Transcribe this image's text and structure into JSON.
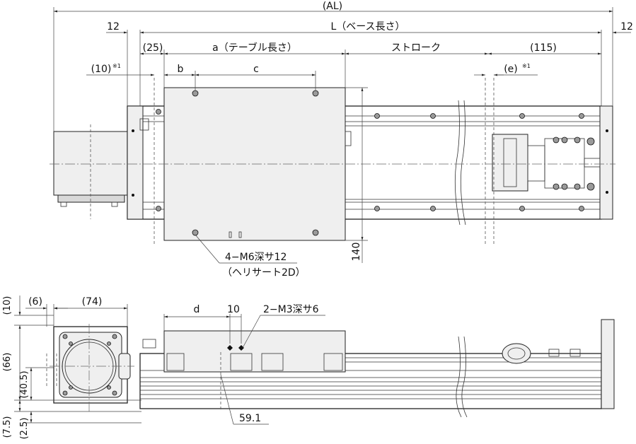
{
  "dimensions": {
    "al": "(AL)",
    "l": "L（ベース長さ）",
    "left_12": "12",
    "right_12": "12",
    "d25": "(25)",
    "a": "a（テーブル長さ）",
    "stroke": "ストローク",
    "d115": "(115)",
    "d10": "(10)",
    "b": "b",
    "c": "c",
    "e": "(e)",
    "note_mark": "※1",
    "h140": "140",
    "d6": "(6)",
    "d74": "(74)",
    "d": "d",
    "ten": "10",
    "v10": "(10)",
    "v66": "(66)",
    "v40_5": "(40.5)",
    "v7_5": "(7.5)",
    "v2_5": "(2.5)",
    "d59_1": "59.1"
  },
  "callouts": {
    "m6": "4−M6深サ12",
    "helisert": "（ヘリサート2D）",
    "m3": "2−M3深サ6"
  },
  "colors": {
    "line": "#222222",
    "fill_light": "#efefef",
    "fill_mid": "#d8d8d8"
  }
}
